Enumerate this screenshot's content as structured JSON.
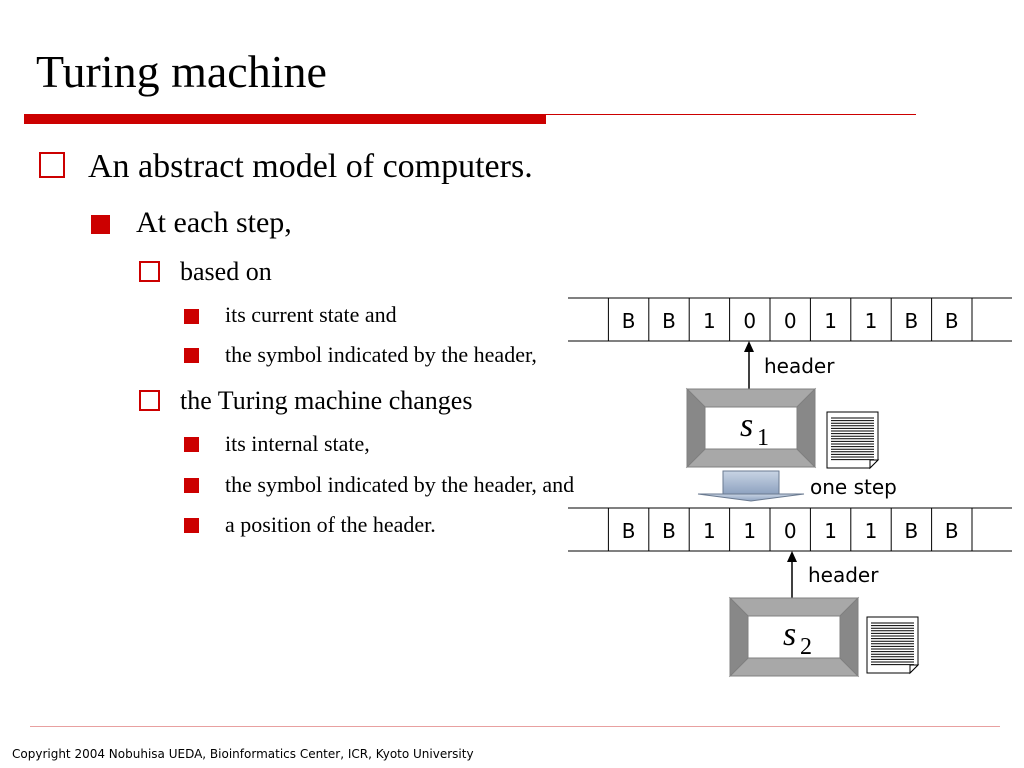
{
  "slide": {
    "title": "Turing machine",
    "bullets": [
      {
        "level": 1,
        "text": "An abstract model of computers."
      },
      {
        "level": 2,
        "text": "At each step,"
      },
      {
        "level": 3,
        "text": "based on"
      },
      {
        "level": 4,
        "text": "its current state and"
      },
      {
        "level": 4,
        "text": "the symbol indicated by the header,"
      },
      {
        "level": 3,
        "text": "the Turing machine changes"
      },
      {
        "level": 4,
        "text": "its internal state,"
      },
      {
        "level": 4,
        "text": "the symbol indicated by the header, and"
      },
      {
        "level": 4,
        "text": "a position of the header."
      }
    ]
  },
  "diagram": {
    "tape_before": [
      "",
      "B",
      "B",
      "1",
      "0",
      "0",
      "1",
      "1",
      "B",
      "B",
      ""
    ],
    "tape_after": [
      "",
      "B",
      "B",
      "1",
      "1",
      "0",
      "1",
      "1",
      "B",
      "B",
      ""
    ],
    "header_label": "header",
    "step_label": "one step",
    "state_before": {
      "symbol": "s",
      "subscript": "1"
    },
    "state_after": {
      "symbol": "s",
      "subscript": "2"
    }
  },
  "footer": {
    "copyright": "Copyright 2004 Nobuhisa UEDA, Bioinformatics Center, ICR, Kyoto University"
  },
  "colors": {
    "accent": "#cc0000",
    "box_face": "#c0c0c0",
    "arrow_fill": "#a8b8d0"
  }
}
